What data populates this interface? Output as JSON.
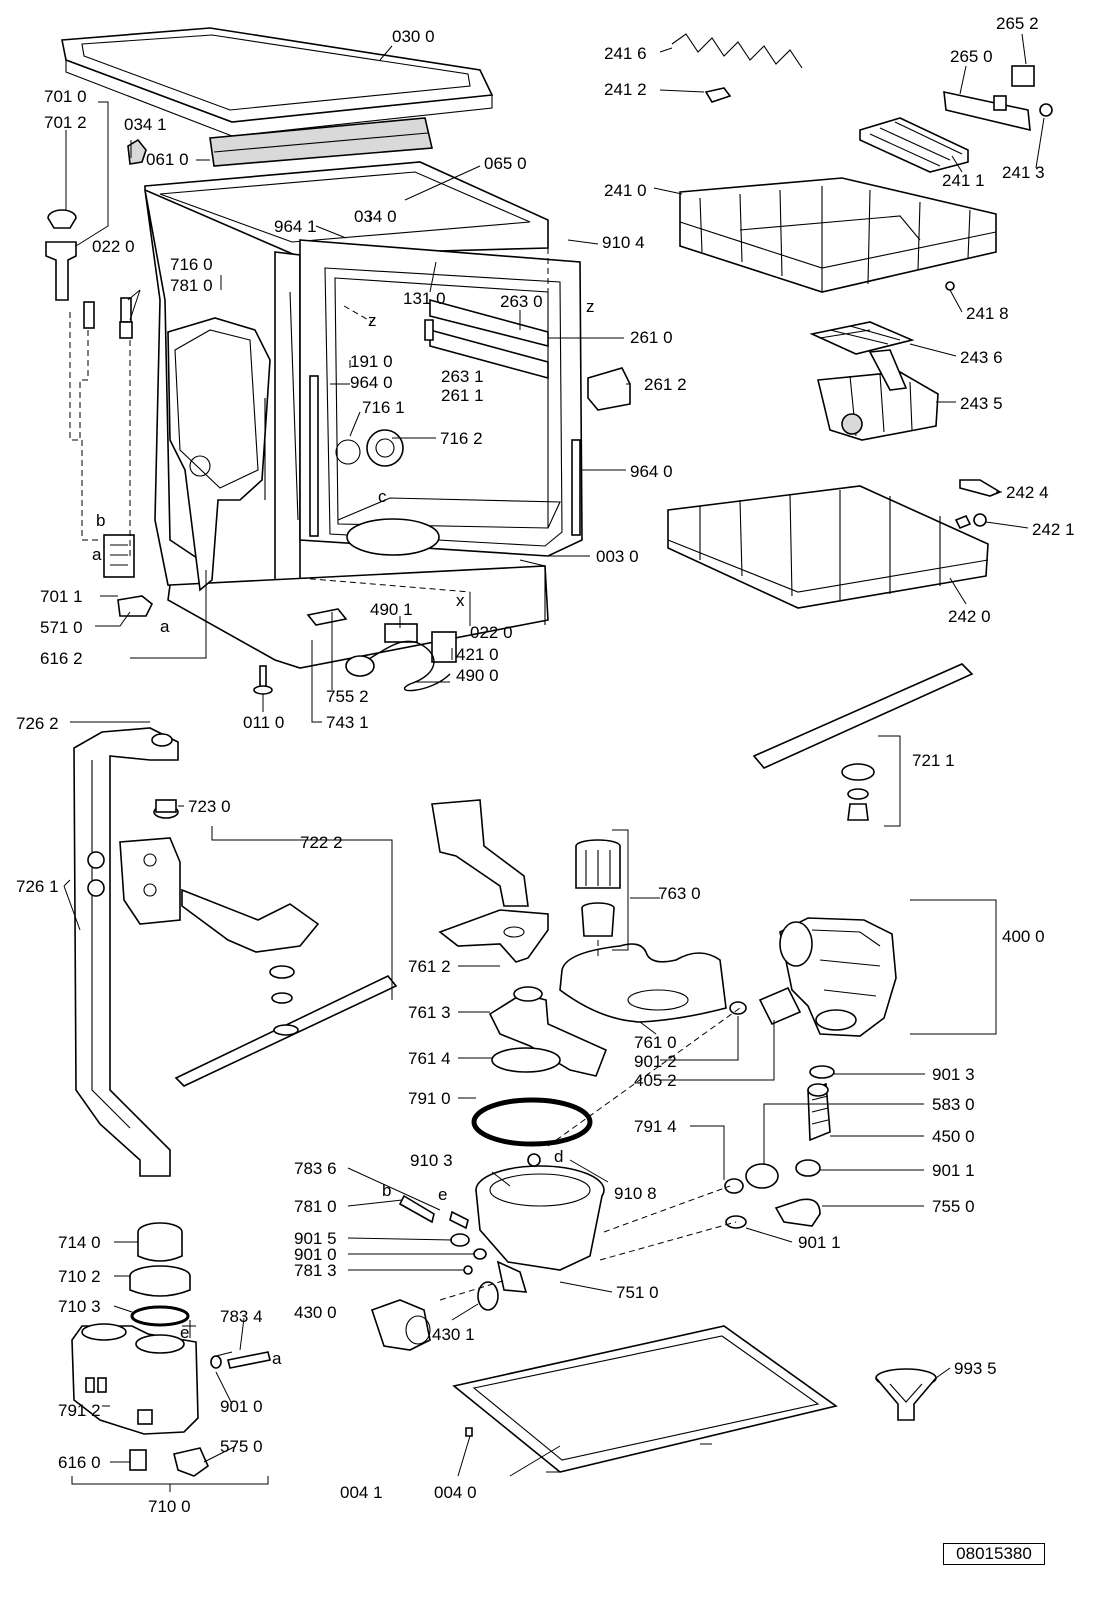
{
  "document_code": "08015380",
  "parts": {
    "p0300": "030 0",
    "p7010": "701 0",
    "p7012": "701 2",
    "p0341": "034 1",
    "p0610": "061 0",
    "p0650": "065 0",
    "p0220a": "022 0",
    "p0340": "034 0",
    "p9641": "964 1",
    "p9104": "910 4",
    "p7160": "716 0",
    "p7810": "781 0",
    "p1310": "131 0",
    "p2630": "263 0",
    "p2610": "261 0",
    "p1910": "191 0",
    "p9640a": "964 0",
    "p2631": "263 1",
    "p2611": "261 1",
    "p2612": "261 2",
    "p7161": "716 1",
    "p7162": "716 2",
    "p9640b": "964 0",
    "p7011": "701 1",
    "p0030": "003 0",
    "p5710": "571 0",
    "p4901": "490 1",
    "p0220b": "022 0",
    "p6162": "616 2",
    "p4210": "421 0",
    "p4900": "490 0",
    "p7552": "755 2",
    "p0110": "011 0",
    "p7431": "743 1",
    "p2416": "241 6",
    "p2652": "265 2",
    "p2650": "265 0",
    "p2412": "241 2",
    "p2411": "241 1",
    "p2413": "241 3",
    "p2410": "241 0",
    "p2418": "241 8",
    "p2436": "243 6",
    "p2435": "243 5",
    "p2424": "242 4",
    "p2421": "242 1",
    "p2420": "242 0",
    "p7262": "726 2",
    "p7230": "723 0",
    "p7222": "722 2",
    "p7261": "726 1",
    "p7211": "721 1",
    "p7630": "763 0",
    "p4000": "400 0",
    "p7612": "761 2",
    "p7613": "761 3",
    "p7610": "761 0",
    "p9012": "901 2",
    "p4052": "405 2",
    "p7614": "761 4",
    "p9013": "901 3",
    "p7910": "791 0",
    "p5830": "583 0",
    "p7914": "791 4",
    "p4500": "450 0",
    "p7836": "783 6",
    "p9103": "910 3",
    "p9011a": "901 1",
    "p9108": "910 8",
    "p7810b": "781 0",
    "p7550": "755 0",
    "p9015": "901 5",
    "p9011b": "901 1",
    "p9010a": "901 0",
    "p7813": "781 3",
    "p7510": "751 0",
    "p7140": "714 0",
    "p7102": "710 2",
    "p7103": "710 3",
    "p7834": "783 4",
    "p4300": "430 0",
    "p4301": "430 1",
    "p9010b": "901 0",
    "p9935": "993 5",
    "p7912": "791 2",
    "p5750": "575 0",
    "p6160": "616 0",
    "p0041": "004 1",
    "p0040": "004 0",
    "p7100": "710 0"
  },
  "letters": {
    "z1": "z",
    "z2": "z",
    "c": "c",
    "x": "x",
    "a1": "a",
    "a2": "a",
    "b1": "b",
    "b2": "b",
    "d": "d",
    "e1": "e",
    "e2": "e",
    "a3": "a"
  }
}
